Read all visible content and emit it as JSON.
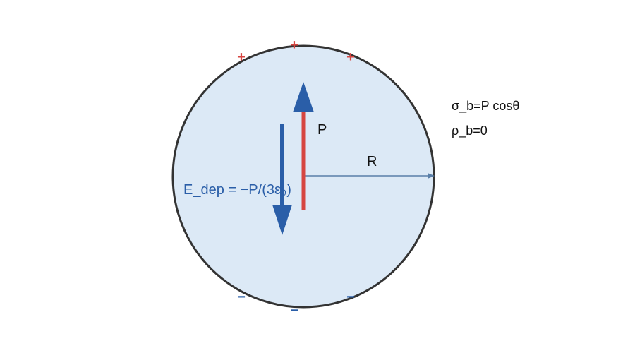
{
  "diagram": {
    "labels": {
      "polarization": "P",
      "radius": "R",
      "depolarization_field": "E_dep = −P/(3ε₀)",
      "surface_charge": "σ_b=P cosθ",
      "volume_charge": "ρ_b=0"
    },
    "charges": {
      "positive_symbol": "+",
      "negative_symbol": "−"
    },
    "colors": {
      "sphere_fill": "#dce9f6",
      "sphere_outline": "#333333",
      "polarization": "#d64541",
      "depolarization_field": "#2a5ea8",
      "positive_charge": "#d64541",
      "negative_charge": "#2a5ea8",
      "radius_line": "#5a7fa8",
      "text": "#111111"
    }
  }
}
